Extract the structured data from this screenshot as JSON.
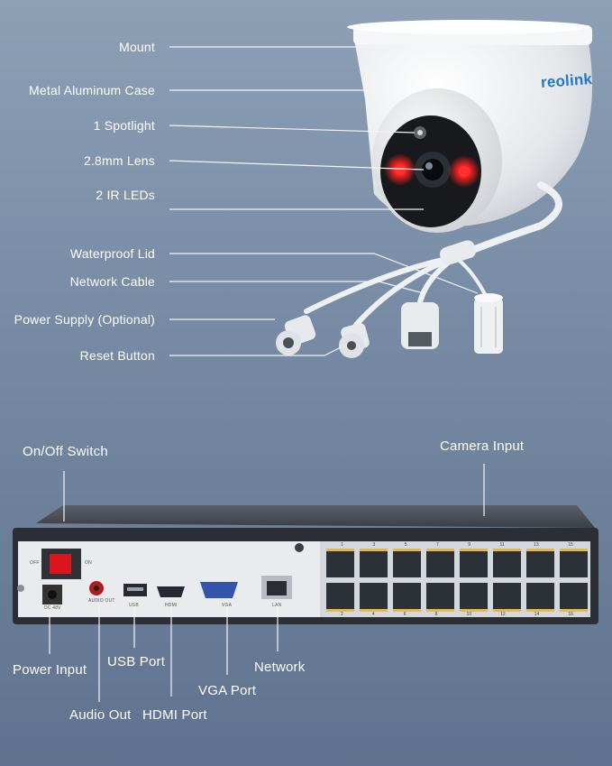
{
  "brand": "reolink",
  "camera": {
    "labels": [
      "Mount",
      "Metal Aluminum Case",
      "1 Spotlight",
      "2.8mm Lens",
      "2 IR LEDs",
      "Waterproof Lid",
      "Network Cable",
      "Power Supply (Optional)",
      "Reset Button"
    ]
  },
  "nvr": {
    "top_labels": {
      "switch": "On/Off Switch",
      "camera_input": "Camera Input"
    },
    "bottom_labels": {
      "power_input": "Power Input",
      "audio_out": "Audio Out",
      "usb_port": "USB Port",
      "hdmi_port": "HDMI Port",
      "vga_port": "VGA Port",
      "network": "Network"
    },
    "panel_text": {
      "off": "OFF",
      "on": "ON",
      "dc": "DC 48V",
      "audio": "AUDIO OUT",
      "usb": "USB",
      "hdmi": "HDMI",
      "vga": "VGA",
      "lan": "LAN"
    },
    "port_numbers_top": [
      "1",
      "3",
      "5",
      "7",
      "9",
      "11",
      "13",
      "15"
    ],
    "port_numbers_bottom": [
      "2",
      "4",
      "6",
      "8",
      "10",
      "12",
      "14",
      "16"
    ]
  },
  "colors": {
    "ir_led": "#ff2020",
    "leader": "#f2f4f7",
    "panel": "#2b2f35",
    "case": "#eef0f2"
  }
}
